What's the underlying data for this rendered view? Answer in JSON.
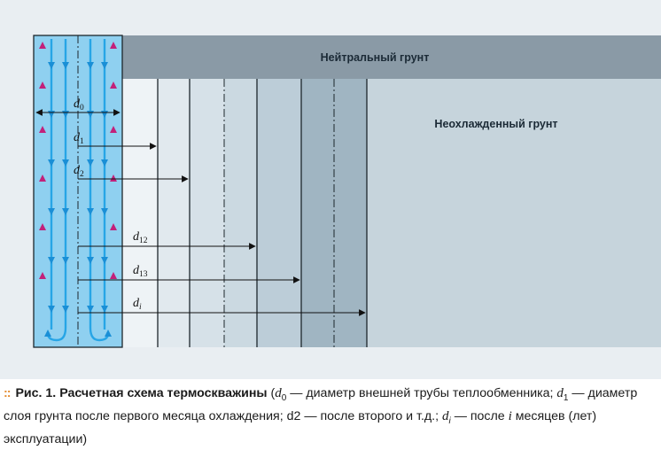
{
  "zones": {
    "neutral_label": "Нейтральный грунт",
    "uncooled_label": "Неохлажденный грунт"
  },
  "diameters": [
    {
      "symbol": "d",
      "sub": "0"
    },
    {
      "symbol": "d",
      "sub": "1"
    },
    {
      "symbol": "d",
      "sub": "2"
    },
    {
      "symbol": "d",
      "sub": "12"
    },
    {
      "symbol": "d",
      "sub": "13"
    },
    {
      "symbol": "d",
      "sub": "i"
    }
  ],
  "caption": {
    "label": "Рис. 1.",
    "title": "Расчетная схема термоскважины",
    "open_paren": "(",
    "d0": {
      "symbol": "d",
      "sub": "0"
    },
    "t1": " — диаметр внешней трубы теплообменника; ",
    "d1": {
      "symbol": "d",
      "sub": "1"
    },
    "t2": " — диаметр слоя грунта после первого месяца охлаждения; d2 — после второго и т.д.; ",
    "di": {
      "symbol": "d",
      "sub": "i"
    },
    "t3": " — после ",
    "i_symbol": "i",
    "t4": " месяцев (лет) эксплуатации)"
  },
  "colors": {
    "neutral_band": "#8a9aa6",
    "uncooled_ground": "#c6d4dc",
    "cooled_layer_light": "#e1e9ee",
    "cooled_layer_dark": "#a0b5c2",
    "well_fill": "#8fd0f0",
    "flow_up": "#c2217a",
    "flow_down": "#1a8fd6"
  }
}
